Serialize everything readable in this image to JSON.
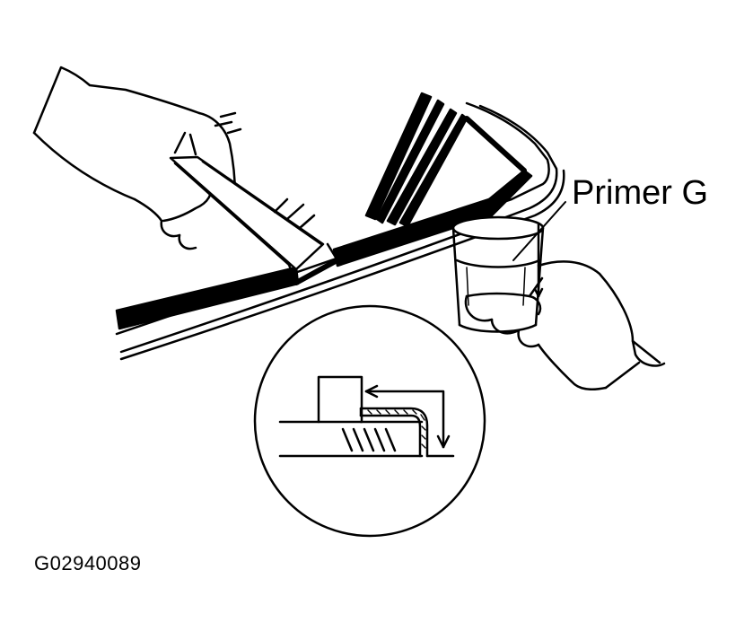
{
  "labels": {
    "primer": "Primer G",
    "figure_code": "G02940089"
  },
  "colors": {
    "ink": "#000000",
    "paper": "#ffffff"
  },
  "illustration": {
    "elements": [
      "hand-with-brush-applicator",
      "windshield-glass-edge",
      "black-ceramic-band",
      "cup-of-primer",
      "hand-holding-cup",
      "detail-magnifier-circle"
    ]
  }
}
